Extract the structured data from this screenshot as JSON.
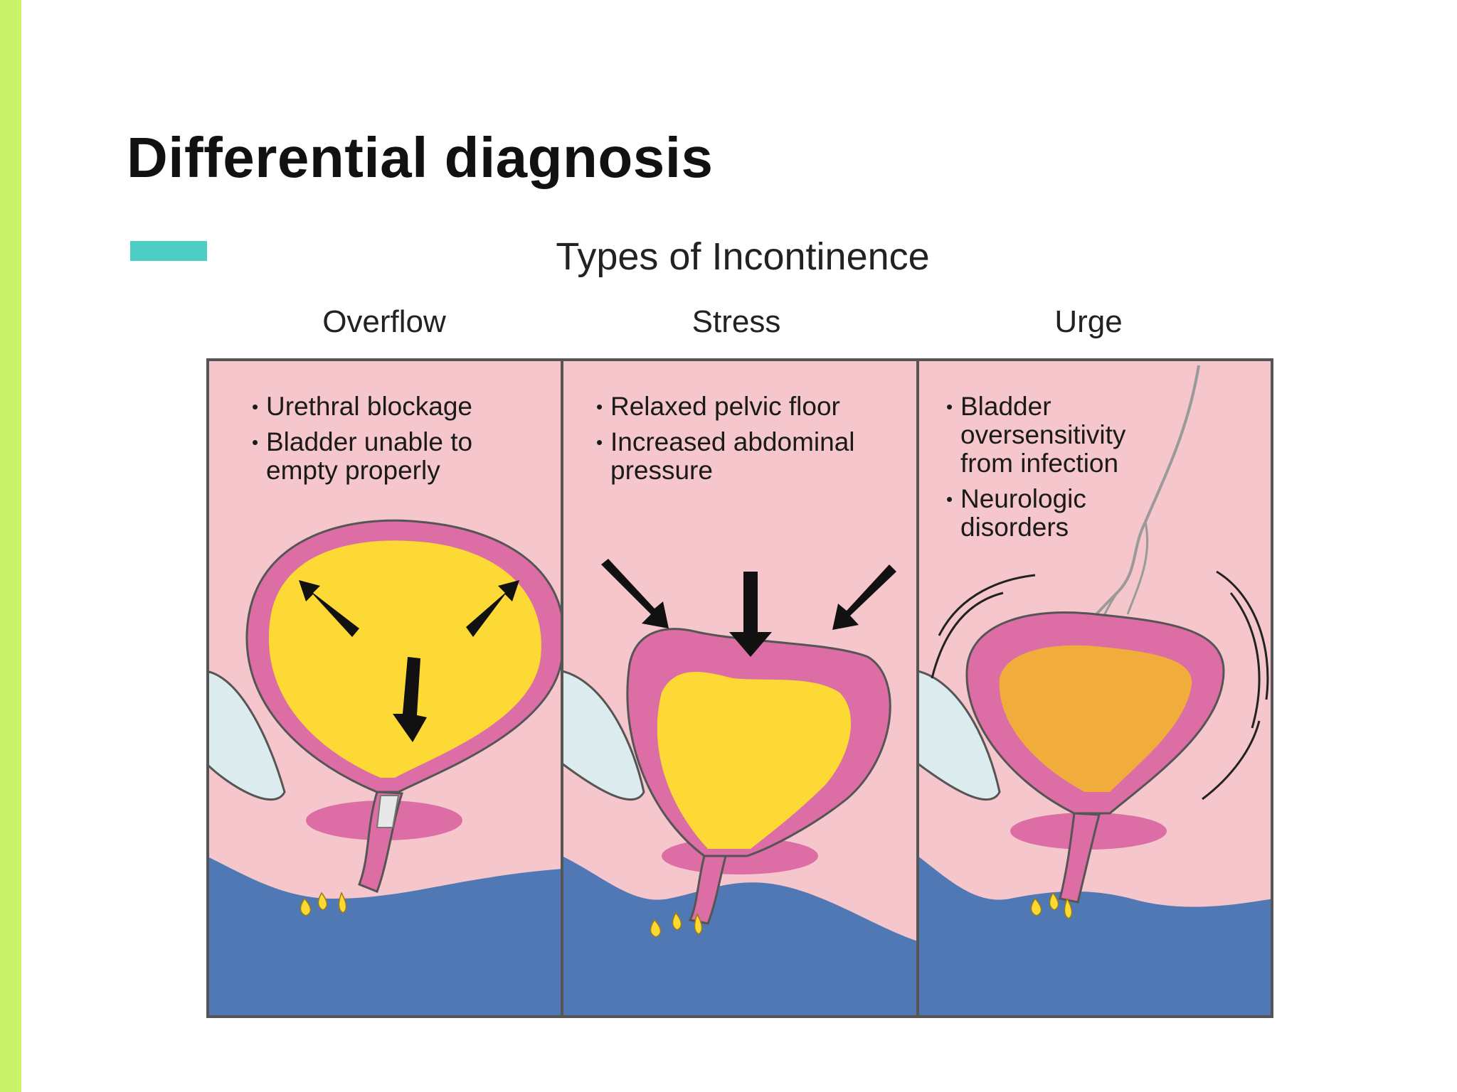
{
  "slide": {
    "title": "Differential diagnosis",
    "accent_color": "#4ecdc4",
    "side_bar_color": "#c9f46a"
  },
  "figure": {
    "title": "Types of Incontinence",
    "panels": [
      {
        "label": "Overflow",
        "notes": [
          "Urethral blockage",
          "Bladder unable to empty properly"
        ]
      },
      {
        "label": "Stress",
        "notes": [
          "Relaxed pelvic floor",
          "Increased abdominal pressure"
        ]
      },
      {
        "label": "Urge",
        "notes": [
          "Bladder oversensitivity from infection",
          "Neurologic disorders"
        ]
      }
    ],
    "colors": {
      "background": "#f5c6cb",
      "tissue": "#dc6ea5",
      "urine": "#fcd934",
      "urine_concentrated": "#f0ad3c",
      "floor": "#4f78b4",
      "bone": "#dcebed"
    }
  }
}
